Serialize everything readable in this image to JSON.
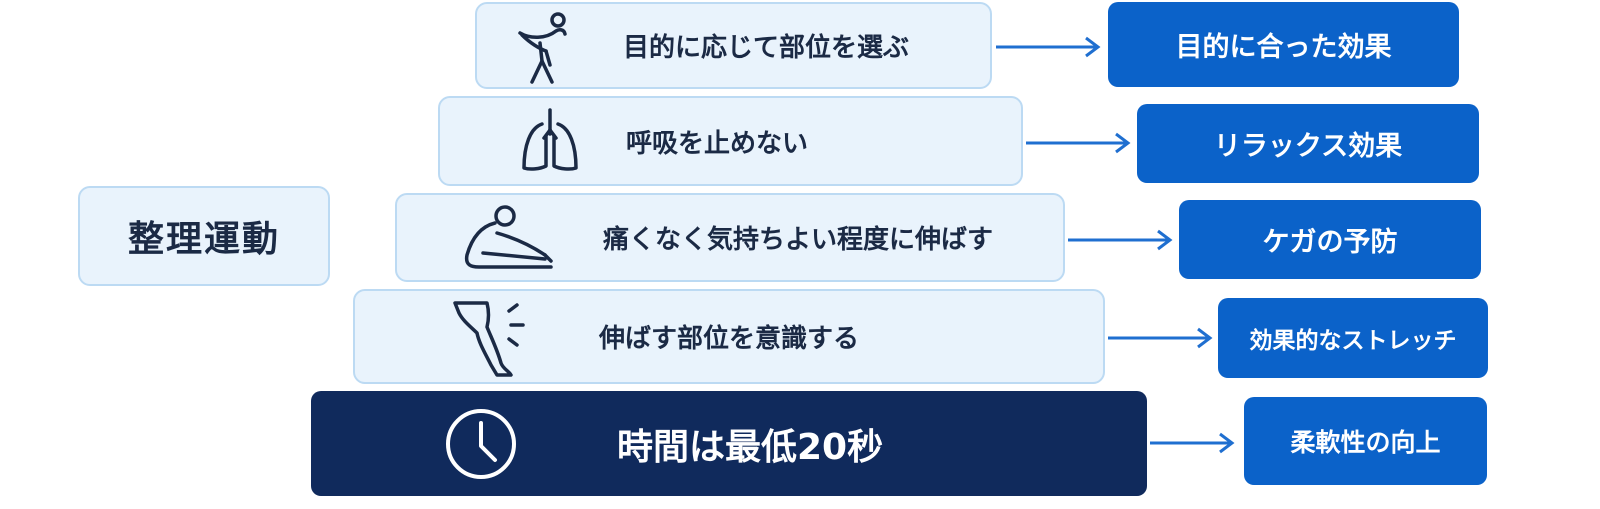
{
  "main_label": "整理運動",
  "steps": [
    {
      "label": "目的に応じて部位を選ぶ",
      "icon": "stretching-person-icon",
      "effect": "目的に合った効果"
    },
    {
      "label": "呼吸を止めない",
      "icon": "lungs-icon",
      "effect": "リラックス効果"
    },
    {
      "label": "痛くなく気持ちよい程度に伸ばす",
      "icon": "seated-stretch-icon",
      "effect": "ケガの予防"
    },
    {
      "label": "伸ばす部位を意識する",
      "icon": "leg-icon",
      "effect": "効果的なストレッチ"
    },
    {
      "label": "時間は最低20秒",
      "icon": "clock-icon",
      "effect": "柔軟性の向上"
    }
  ],
  "colors": {
    "step_fill": "#e9f3fc",
    "step_border": "#bcdaf3",
    "bottom_step_fill": "#102a5c",
    "effect_fill": "#0b62c9",
    "arrow": "#1f6fd0",
    "text_dark": "#1b2a45"
  }
}
